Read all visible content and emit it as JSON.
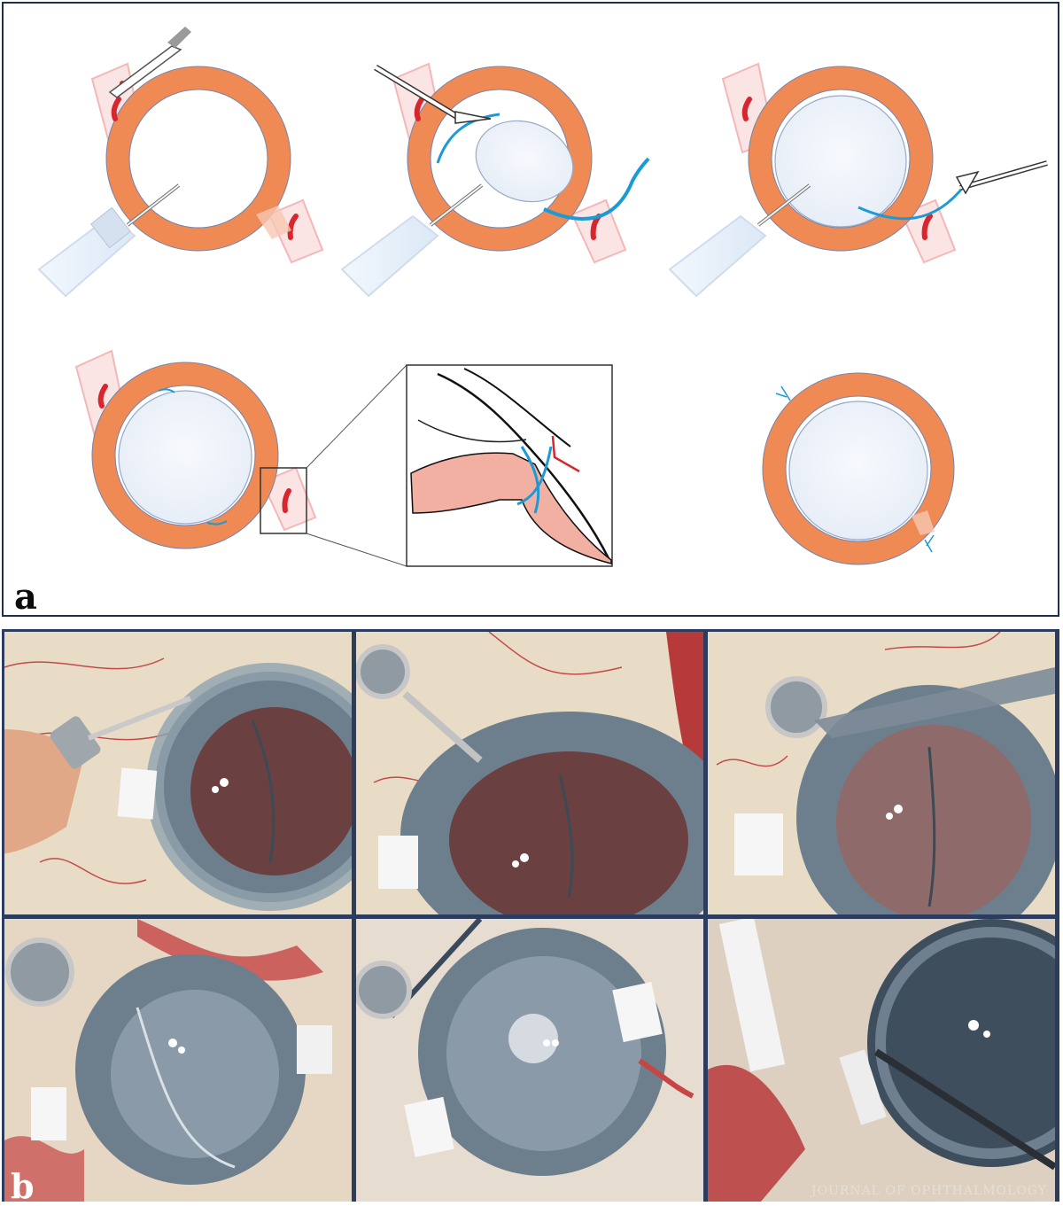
{
  "figure": {
    "panel_a_label": "a",
    "panel_b_label": "b",
    "watermark": "JOURNAL OF OPHTHALMOLOGY"
  },
  "colors": {
    "frame_border": "#1d2f4e",
    "limbus_ring": "#ef8a55",
    "ring_edge": "#6d7fa8",
    "scleral_flap": "#f3c9c9",
    "vessel_red": "#d8262e",
    "suture_blue": "#1b9ad6",
    "iol_fill": "#eef3fa",
    "photo_sclera": "#e9d9c8",
    "photo_cornea": "#5a6a78",
    "photo_blood": "#c23a3a"
  },
  "icons": [
    "blade-icon",
    "cannula-icon",
    "forceps-icon",
    "suture-needle-icon",
    "syringe-icon"
  ]
}
